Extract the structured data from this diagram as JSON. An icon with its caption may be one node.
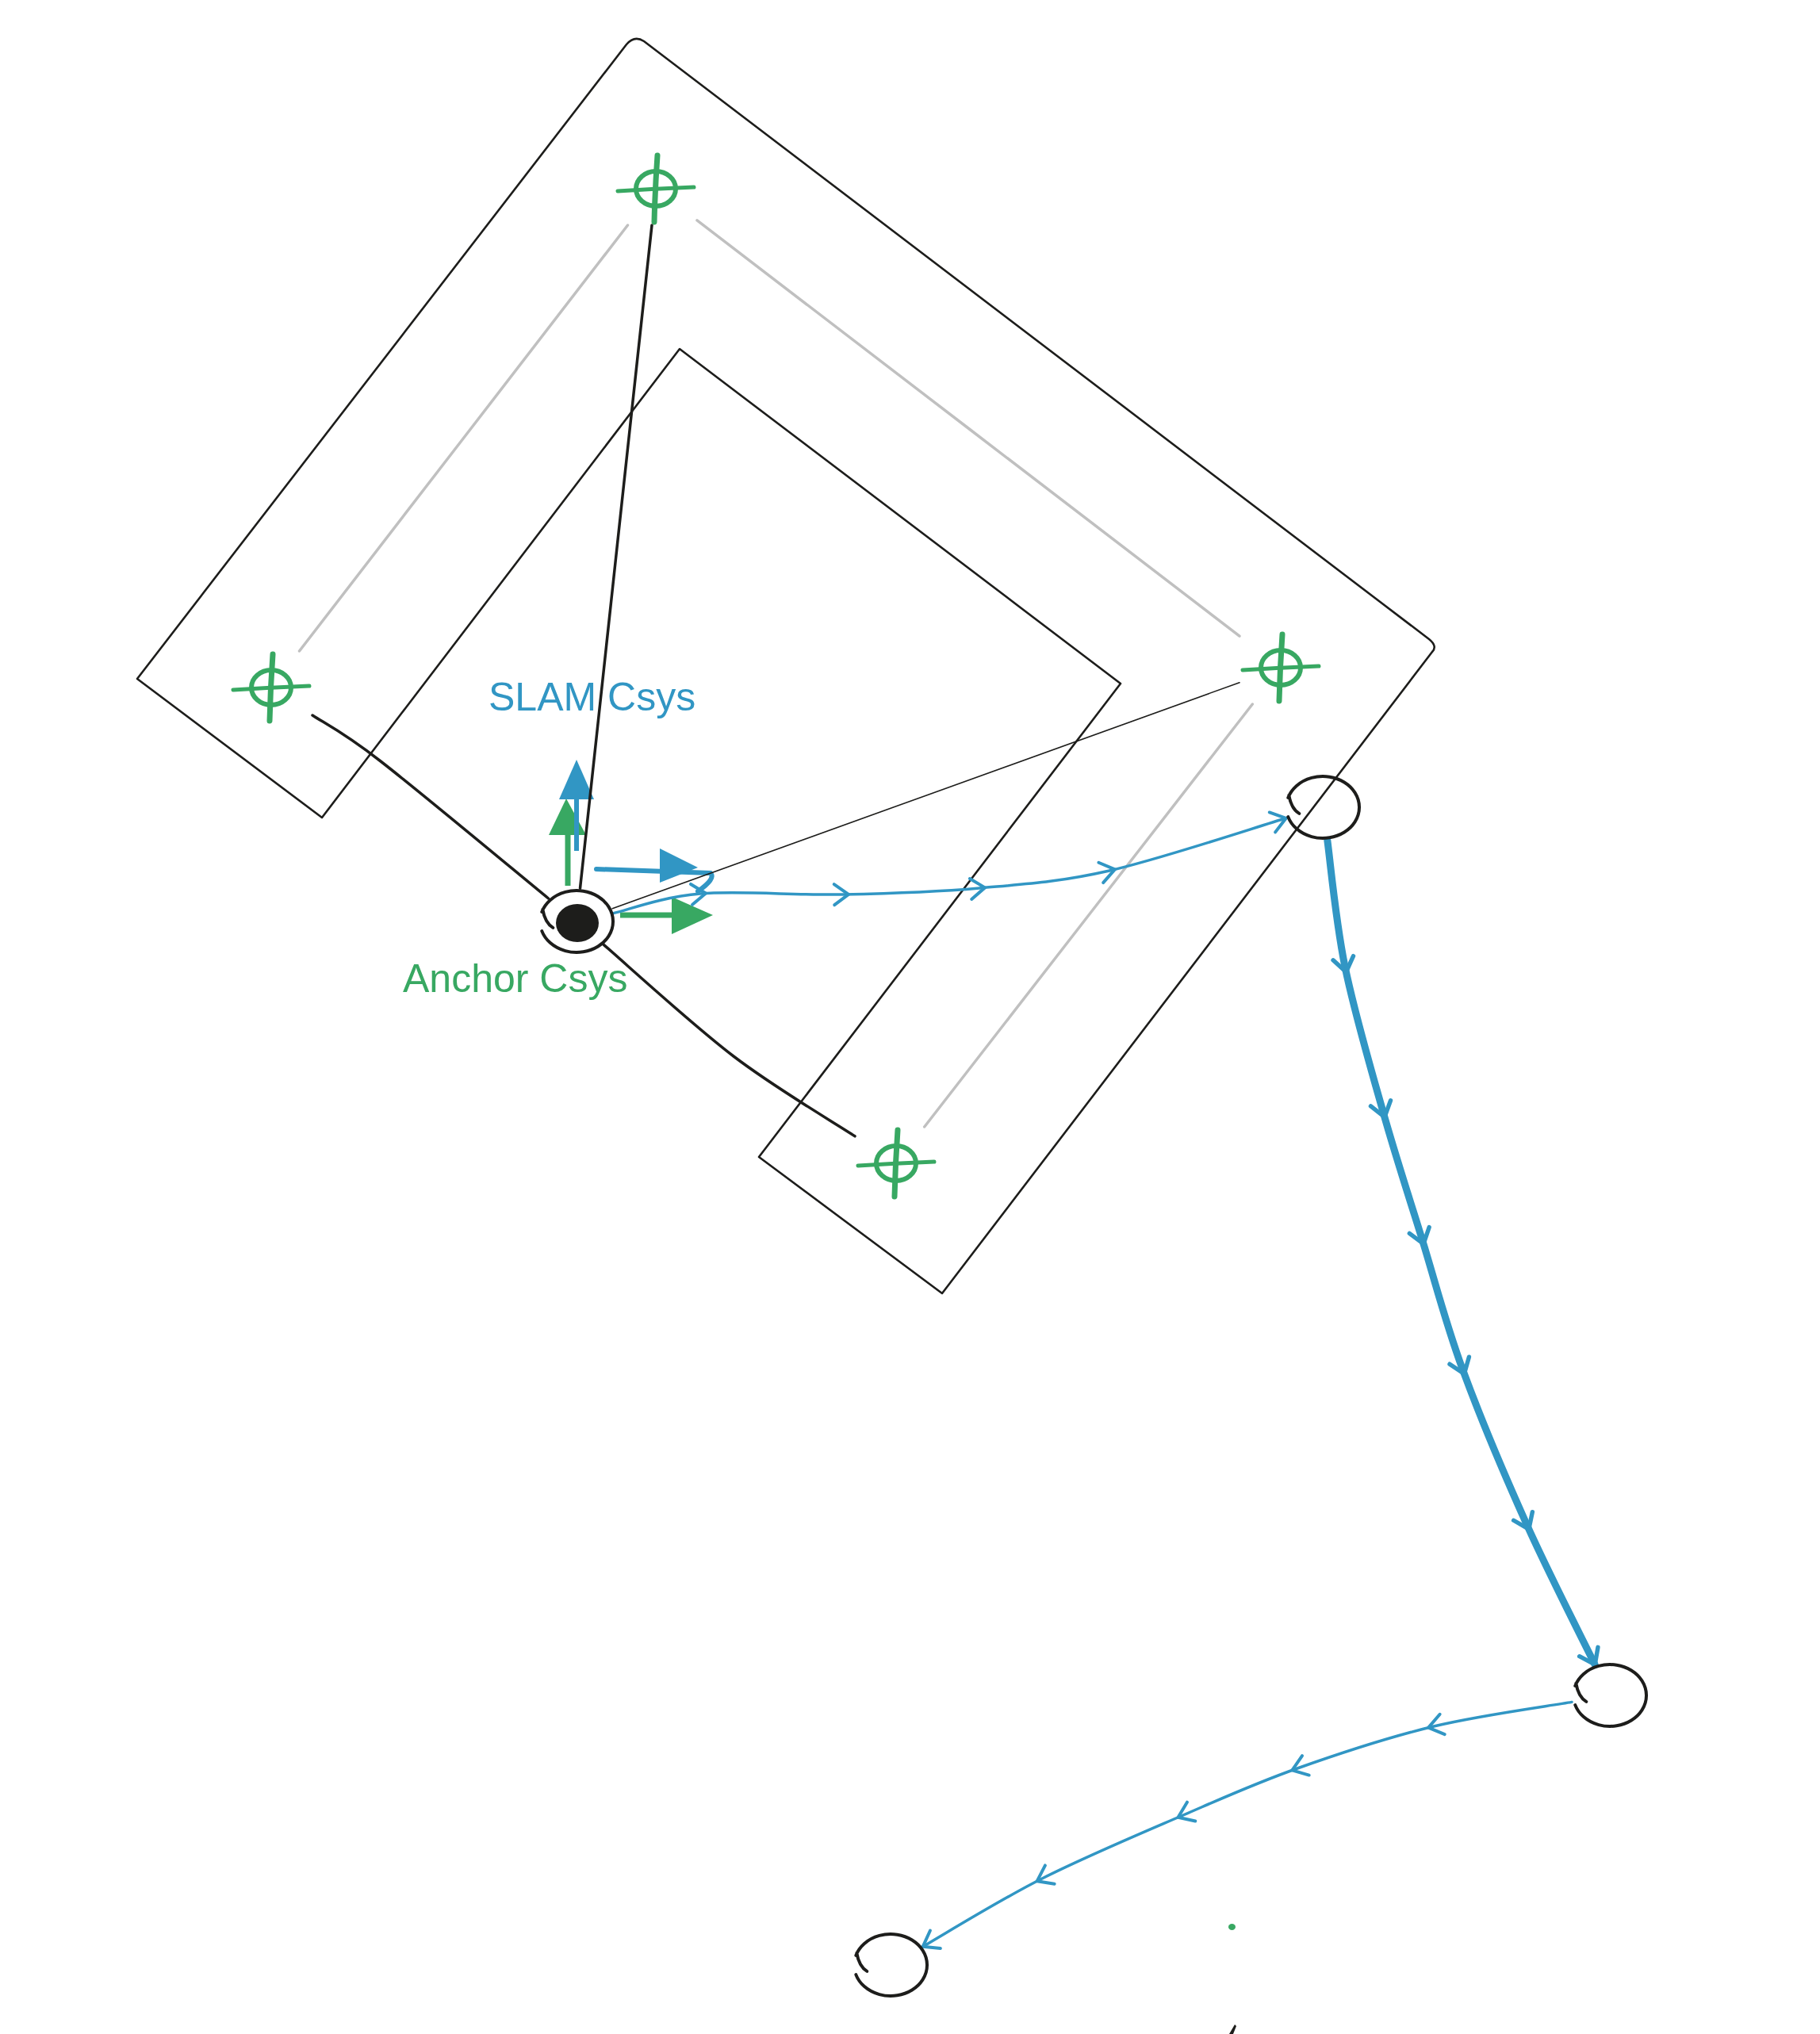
{
  "diagram": {
    "nodes": [
      {
        "text": [],
        "shape": "crosshair"
      },
      {
        "text": [],
        "shape": "crosshair"
      },
      {
        "text": [],
        "shape": "crosshair"
      },
      {
        "text": [],
        "shape": "dot"
      },
      {
        "text": [],
        "shape": "crosshair"
      },
      {
        "text": [],
        "shape": "circle"
      },
      {
        "text": [],
        "shape": "circle"
      },
      {
        "text": [],
        "shape": "circle"
      }
    ],
    "edges": [
      {
        "from": 3,
        "to": 0,
        "arrow": "none"
      },
      {
        "from": 3,
        "to": 1,
        "arrow": "none"
      },
      {
        "from": 3,
        "to": 2,
        "arrow": "none"
      },
      {
        "from": 3,
        "to": 4,
        "arrow": "none"
      },
      {
        "from": 1,
        "to": 0,
        "arrow": "none",
        "color": "#c0c0c0"
      },
      {
        "from": 0,
        "to": 2,
        "arrow": "none",
        "color": "#c0c0c0"
      },
      {
        "from": 2,
        "to": 4,
        "arrow": "none",
        "color": "#c0c0c0"
      },
      {
        "from": 3,
        "to": 5,
        "arrow": "to",
        "color": "#3196c4"
      },
      {
        "from": 5,
        "to": 6,
        "arrow": "to",
        "style": "thick",
        "color": "#3196c4"
      },
      {
        "from": 6,
        "to": 7,
        "arrow": "to",
        "color": "#3196c4"
      }
    ],
    "labels": [
      "SLAM Csys",
      "Anchor Csys"
    ]
  }
}
